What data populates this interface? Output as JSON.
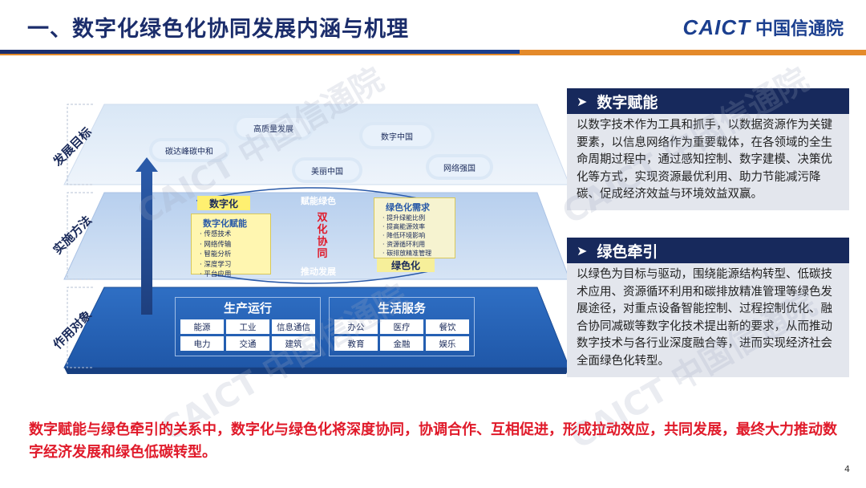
{
  "header": {
    "title": "一、数字化绿色化协同发展内涵与机理",
    "logo_mark": "CAICT",
    "logo_text": "中国信通院"
  },
  "diagram": {
    "side_labels": [
      "发展目标",
      "实施方法",
      "作用对象"
    ],
    "goals": [
      "高质量发展",
      "数字中国",
      "碳达峰碳中和",
      "美丽中国",
      "网络强国"
    ],
    "method": {
      "digital_label": "数字化",
      "digital_empower_title": "数字化赋能",
      "digital_empower_items": [
        "传感技术",
        "网络传输",
        "智能分析",
        "深度学习",
        "平台应用"
      ],
      "top_arc_label": "赋能绿色",
      "center_label": [
        "双",
        "化",
        "协",
        "同"
      ],
      "bottom_arc_label": "推动发展",
      "green_demand_title": "绿色化需求",
      "green_demand_items": [
        "提升绿能比例",
        "提高能源效率",
        "降低环境影响",
        "资源循环利用",
        "碳排放精准管理"
      ],
      "green_label": "绿色化"
    },
    "targets": {
      "production_title": "生产运行",
      "production_cells": [
        "能源",
        "工业",
        "信息通信",
        "电力",
        "交通",
        "建筑"
      ],
      "life_title": "生活服务",
      "life_cells": [
        "办公",
        "医疗",
        "餐饮",
        "教育",
        "金融",
        "娱乐"
      ]
    }
  },
  "panels": {
    "empower_title": "数字赋能",
    "empower_text": "以数字技术作为工具和抓手，以数据资源作为关键要素，以信息网络作为重要载体，在各领域的全生命周期过程中，通过感知控制、数字建模、决策优化等方式，实现资源最优利用、助力节能减污降碳、促成经济效益与环境效益双赢。",
    "traction_title": "绿色牵引",
    "traction_text": "以绿色为目标与驱动，围绕能源结构转型、低碳技术应用、资源循环利用和碳排放精准管理等绿色发展途径，对重点设备智能控制、过程控制优化、融合协同减碳等数字化技术提出新的要求，从而推动数字技术与各行业深度融合等，进而实现经济社会全面绿色化转型。"
  },
  "conclusion": "数字赋能与绿色牵引的关系中，数字化与绿色化将深度协同，协调合作、互相促进，形成拉动效应，共同发展，最终大力推动数字经济发展和绿色低碳转型。",
  "page_number": "4",
  "colors": {
    "navy": "#17295c",
    "accent_orange": "#e48a2a",
    "conclusion_red": "#e01a2a",
    "layer_blue": "#2a62b8"
  }
}
